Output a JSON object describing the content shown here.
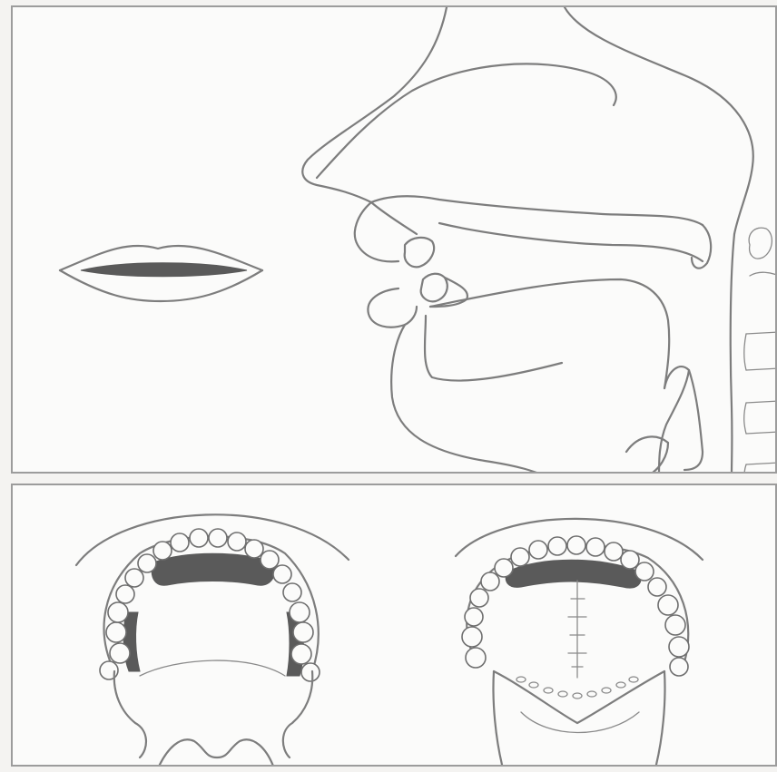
{
  "figure": {
    "panels": [
      {
        "name": "sagittal-section",
        "contents": [
          "front-view-lips",
          "head-cross-section"
        ]
      },
      {
        "name": "palatograms",
        "contents": [
          "palate-diagram-left",
          "palate-diagram-right"
        ]
      }
    ],
    "colors": {
      "line": "#7d7d7d",
      "contact-shading": "#5a5a5a",
      "background": "#fbfbfa"
    }
  }
}
